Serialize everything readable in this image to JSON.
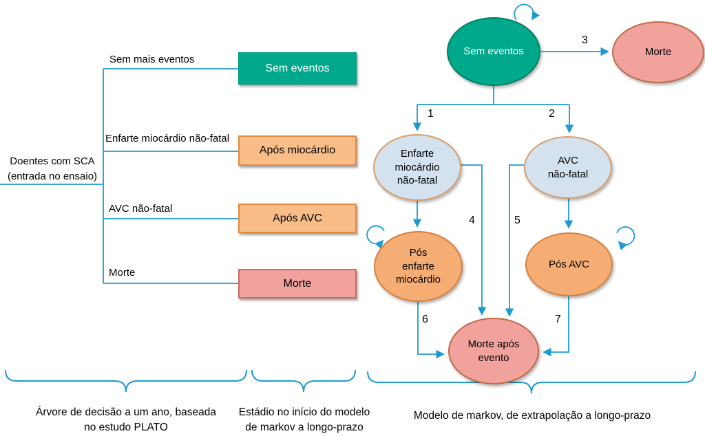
{
  "colors": {
    "line": "#1d9ad1",
    "teal_fill": "#00a98c",
    "orange_box_fill": "#f9be88",
    "orange_box_border": "#e08a42",
    "orange_ellipse_fill": "#f6ad74",
    "pink_fill": "#f2a29c",
    "blue_ellipse_fill": "#d4e2ef",
    "blue_ellipse_border": "#d89d68"
  },
  "tree": {
    "root_label": "Doentes com SCA\n(entrada no ensaio)",
    "branches": [
      {
        "label": "Sem mais eventos",
        "box": "Sem eventos"
      },
      {
        "label": "Enfarte miocárdio não-fatal",
        "box": "Após miocárdio"
      },
      {
        "label": "AVC não-fatal",
        "box": "Após AVC"
      },
      {
        "label": "Morte",
        "box": "Morte"
      }
    ]
  },
  "markov": {
    "nodes": {
      "sem_eventos": "Sem eventos",
      "morte": "Morte",
      "enfarte": "Enfarte\nmiocárdio\nnão-fatal",
      "avc": "AVC\nnão-fatal",
      "pos_enfarte": "Pós\nenfarte\nmiocárdio",
      "pos_avc": "Pós AVC",
      "morte_apos": "Morte após\nevento"
    },
    "transitions": {
      "t1": "1",
      "t2": "2",
      "t3": "3",
      "t4": "4",
      "t5": "5",
      "t6": "6",
      "t7": "7"
    }
  },
  "captions": {
    "decision_tree": "Árvore de decisão a um ano, baseada\nno estudo PLATO",
    "initial_state": "Estádio no início do modelo\nde markov a longo-prazo",
    "markov_model": "Modelo de markov, de extrapolação a longo-prazo"
  }
}
